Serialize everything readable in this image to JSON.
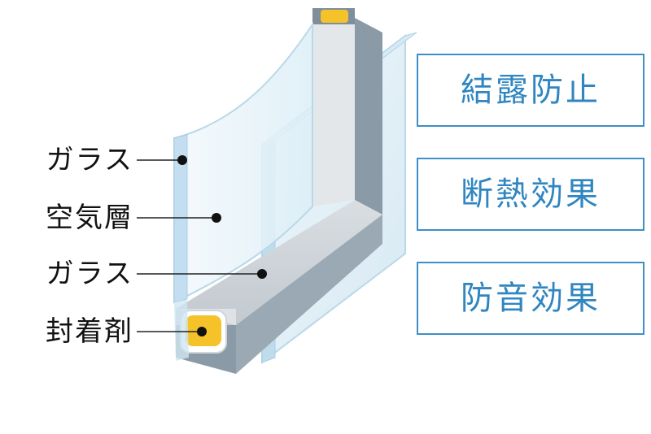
{
  "labels": [
    {
      "id": "glass-outer",
      "text": "ガラス"
    },
    {
      "id": "air-layer",
      "text": "空気層"
    },
    {
      "id": "glass-inner",
      "text": "ガラス"
    },
    {
      "id": "sealant",
      "text": "封着剤"
    }
  ],
  "effects": [
    {
      "id": "condensation-prevention",
      "text": "結露防止"
    },
    {
      "id": "insulation",
      "text": "断熱効果"
    },
    {
      "id": "soundproofing",
      "text": "防音効果"
    }
  ],
  "colors": {
    "effect_border": "#3d8fc6",
    "effect_text": "#2f86c0",
    "label_text": "#111111",
    "sealant": "#f5c22a",
    "spacer": "#8a9aa6",
    "glass": "#cfe6f1"
  }
}
